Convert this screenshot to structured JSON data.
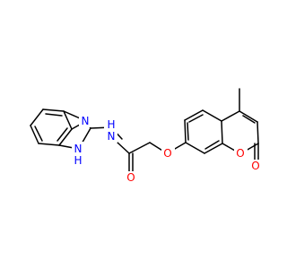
{
  "molecule": {
    "atoms": {
      "n_amide": "N",
      "h_amide": "H",
      "n_imidazole": "N",
      "nh_imidazole": "N",
      "h_imidazole": "H",
      "o_carbonyl": "O",
      "o_ether": "O",
      "o_ring": "O",
      "o_lactone": "O"
    },
    "colors": {
      "bond": "#000000",
      "nitrogen": "#0000ff",
      "oxygen": "#ff0000",
      "background": "#ffffff"
    }
  }
}
